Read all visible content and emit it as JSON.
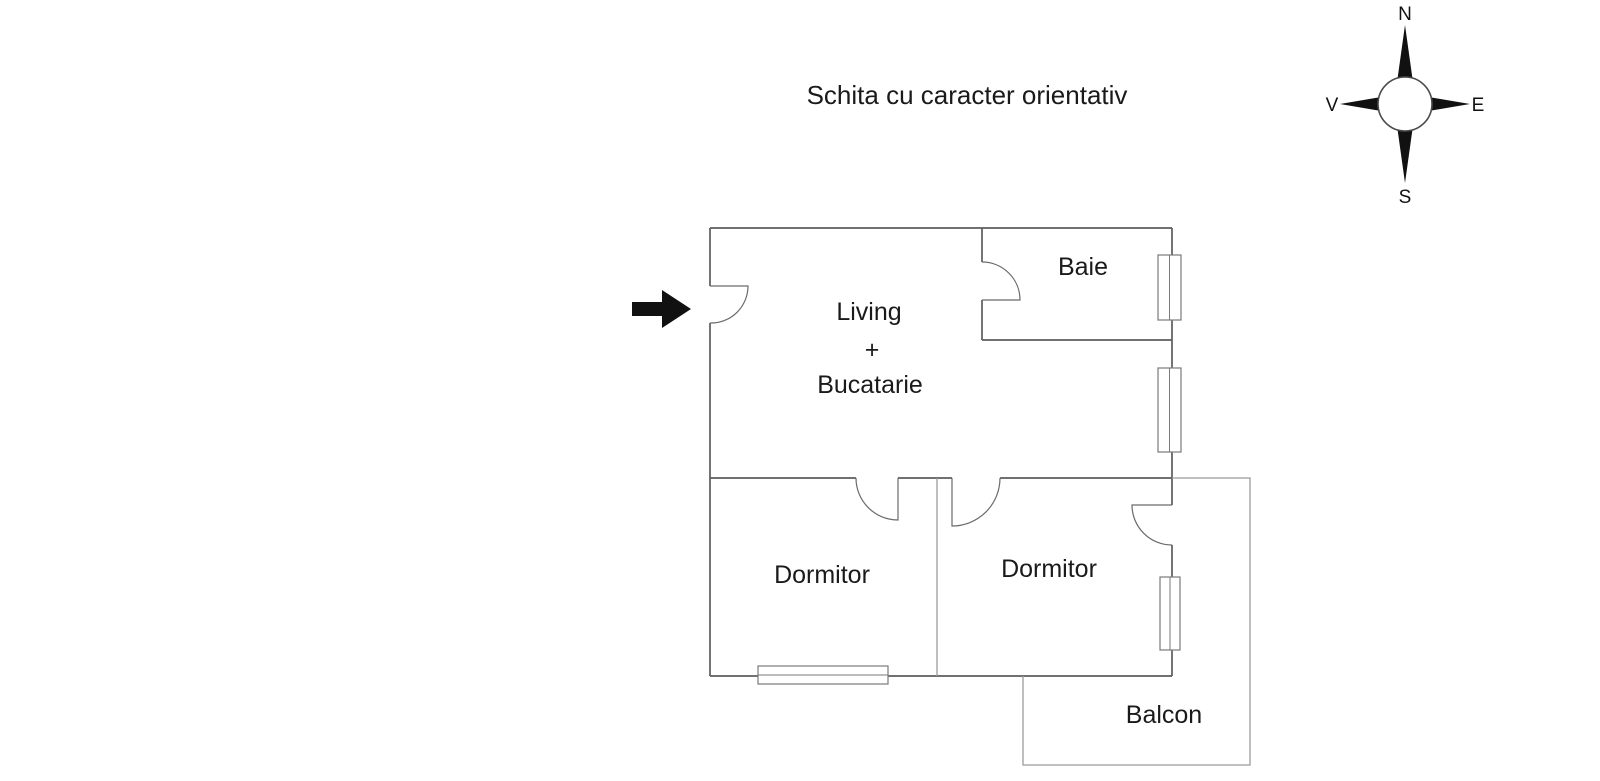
{
  "title": "Schita cu caracter orientativ",
  "compass": {
    "n": "N",
    "e": "E",
    "s": "S",
    "v": "V"
  },
  "rooms": {
    "living_line1": "Living",
    "living_line2": "+",
    "living_line3": "Bucatarie",
    "baie": "Baie",
    "dormitor_left": "Dormitor",
    "dormitor_right": "Dormitor",
    "balcon": "Balcon"
  },
  "colors": {
    "wall": "#5d5d5d",
    "partition": "#9b9b9b",
    "text": "#1a1a1a",
    "arrow": "#111111",
    "background": "#ffffff"
  }
}
